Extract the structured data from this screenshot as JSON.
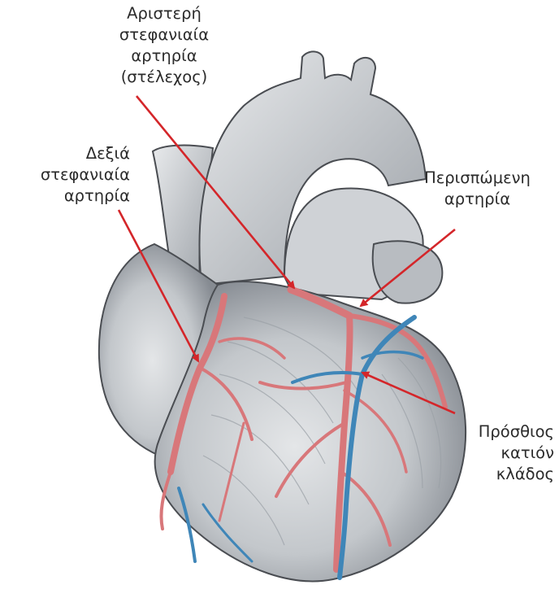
{
  "labels": {
    "left_main": [
      "Αριστερή",
      "στεφανιαία",
      "αρτηρία",
      "(στέλεχος)"
    ],
    "right_coronary": [
      "Δεξιά",
      "στεφανιαία",
      "αρτηρία"
    ],
    "circumflex": [
      "Περισπώμενη",
      "αρτηρία"
    ],
    "lad": [
      "Πρόσθιος",
      "κατιόν",
      "κλάδος"
    ]
  },
  "colors": {
    "artery": "#d8777a",
    "vein": "#3f86b8",
    "arrow": "#d4262a",
    "heart_fill": "#c9ccd0",
    "heart_shadow": "#8f949a",
    "outline": "#4a4d52"
  }
}
